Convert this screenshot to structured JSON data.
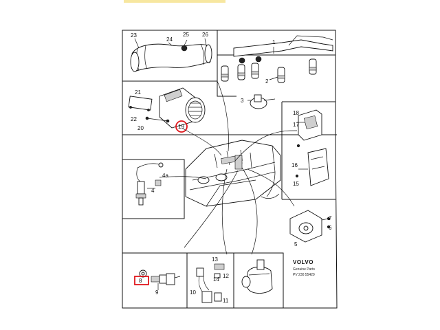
{
  "top_bar_color": "#f7e7a0",
  "highlight_color": "#e0161b",
  "callouts": {
    "n1": "1",
    "n2": "2",
    "n3": "3",
    "n4": "4",
    "n4a": "4a",
    "n5": "5",
    "n6": "6",
    "n7": "7",
    "n8": "8",
    "n9": "9",
    "n10": "10",
    "n11": "11",
    "n12": "12",
    "n13": "13",
    "n14": "14",
    "n15": "15",
    "n16": "16",
    "n17": "17",
    "n18": "18",
    "n19": "19",
    "n20": "20",
    "n21": "21",
    "n22": "22",
    "n23": "23",
    "n24": "24",
    "n25": "25",
    "n26": "26"
  },
  "brand": {
    "name": "VOLVO",
    "line1": "Genuine Parts",
    "line2": "PV 230 55420"
  },
  "highlighted_parts": [
    "19",
    "8"
  ]
}
